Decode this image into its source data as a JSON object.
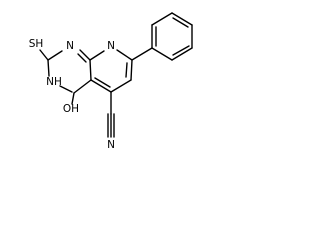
{
  "atoms": {
    "thiol": "SH",
    "n1": "N",
    "n3": "NH",
    "n8": "N",
    "hydroxyl": "OH",
    "nitrile_n": "N"
  }
}
